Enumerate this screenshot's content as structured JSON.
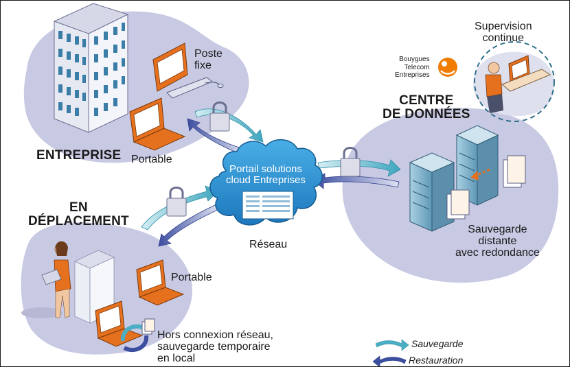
{
  "zones": {
    "entreprise": {
      "title": "ENTREPRISE",
      "desktop_label": [
        "Poste",
        "fixe"
      ],
      "laptop_label": "Portable"
    },
    "deplacement": {
      "title": [
        "EN",
        "DÉPLACEMENT"
      ],
      "laptop_label": "Portable",
      "offline_label": [
        "Hors connexion réseau,",
        "sauvegarde temporaire",
        "en local"
      ]
    },
    "centre": {
      "title": [
        "CENTRE",
        "DE DONNÉES"
      ],
      "backup_label": [
        "Sauvegarde",
        "distante",
        "avec redondance"
      ]
    }
  },
  "supervision": {
    "label": [
      "Supervision",
      "continue"
    ]
  },
  "brand": {
    "lines": [
      "Bouygues",
      "Telecom",
      "Entreprises"
    ],
    "logo_color": "#f07d00"
  },
  "cloud": {
    "title": [
      "Portail solutions",
      "cloud Entreprises"
    ],
    "caption": "Réseau"
  },
  "legend": [
    {
      "label": "Sauvegarde",
      "color": "#4aaec4"
    },
    {
      "label": "Restauration",
      "color": "#3c4ea0"
    }
  ],
  "colors": {
    "zone_fill": "#c8c9e3",
    "cloud_fill": "#2b8fcf",
    "accent_orange": "#e5701e",
    "server_teal": "#7fb4cc"
  },
  "icons": [
    "building-icon",
    "desktop-computer-icon",
    "laptop-icon",
    "padlock-icon",
    "cloud-icon",
    "server-rack-icon",
    "document-stack-icon",
    "operator-icon",
    "businesswoman-icon",
    "sync-icon"
  ]
}
